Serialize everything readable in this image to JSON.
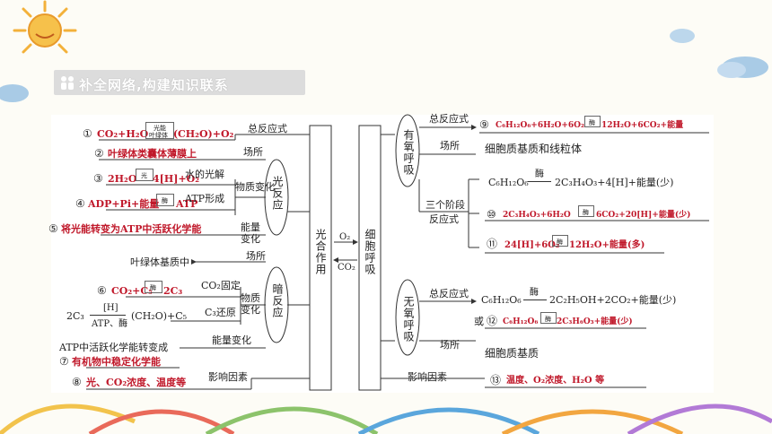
{
  "banner": {
    "title": "补全网络,构建知识联系"
  },
  "center": {
    "photosynthesis": "光合作用",
    "respiration": "细胞呼吸",
    "o2": "O₂",
    "co2": "CO₂"
  },
  "light": {
    "node": "光反应",
    "items": [
      {
        "num": "①",
        "parts": [
          "CO₂+H₂O",
          "CH₂O)+O₂"
        ],
        "arrow_top": "光能",
        "arrow_bottom": "叶绿体",
        "left_paren": "(",
        "label": "总反应式"
      },
      {
        "num": "②",
        "answer": "叶绿体类囊体薄膜上",
        "label": "场所"
      },
      {
        "num": "③",
        "parts": [
          "2H₂O",
          "4[H]+O₂"
        ],
        "arrow_top": "光",
        "label": "水的光解"
      },
      {
        "num": "④",
        "parts": [
          "ADP+Pi+能量",
          "ATP"
        ],
        "arrow_top": "酶",
        "label": "ATP形成"
      },
      {
        "num": "⑤",
        "answer": "将光能转变为ATP中活跃化学能",
        "label": "能量变化"
      }
    ],
    "material_change": "物质变化"
  },
  "dark": {
    "node": "暗反应",
    "location_label": "场所",
    "location": "叶绿体基质中",
    "co2_fix_label": "CO₂固定",
    "c3_reduce_label": "C₃还原",
    "material_change": "物质变化",
    "energy_change": "能量变化",
    "item6": {
      "num": "⑥",
      "parts": [
        "CO₂+C₅",
        "2C₃"
      ],
      "arrow_top": "酶"
    },
    "reduction": {
      "left": "2C₃",
      "top": "[H]",
      "bottom": "ATP、酶",
      "right": "(CH₂O)+C₅"
    },
    "energy_text": "ATP中活跃化学能转变成",
    "item7": {
      "num": "⑦",
      "answer": "有机物中稳定化学能"
    },
    "item8": {
      "num": "⑧",
      "answer": "光、CO₂浓度、温度等",
      "label": "影响因素"
    }
  },
  "aerobic": {
    "node": "有氧呼吸",
    "total_label": "总反应式",
    "item9": {
      "num": "⑨",
      "parts": [
        "C₆H₁₂O₆+6H₂O+6O₂",
        "12H₂O+6CO₂+能量"
      ],
      "arrow_top": "酶"
    },
    "location_label": "场所",
    "location": "细胞质基质和线粒体",
    "stages_label1": "三个阶段",
    "stages_label2": "反应式",
    "stage1": {
      "left": "C₆H₁₂O₆",
      "arrow_top": "酶",
      "right": "2C₃H₄O₃+4[H]+能量(少)"
    },
    "item10": {
      "num": "⑩",
      "parts": [
        "2C₃H₄O₃+6H₂O",
        "6CO₂+20[H]+能量(少)"
      ],
      "arrow_top": "酶"
    },
    "item11": {
      "num": "⑪",
      "parts": [
        "24[H]+6O₂",
        "12H₂O+能量(多)"
      ],
      "arrow_top": "酶"
    }
  },
  "anaerobic": {
    "node": "无氧呼吸",
    "total_label": "总反应式",
    "eq1": {
      "left": "C₆H₁₂O₆",
      "arrow_top": "酶",
      "right": "2C₂H₅OH+2CO₂+能量(少)"
    },
    "or_text": "或",
    "item12": {
      "num": "⑫",
      "parts": [
        "C₆H₁₂O₆",
        "2C₃H₆O₃+能量(少)"
      ],
      "arrow_top": "酶"
    },
    "location_label": "场所",
    "location": "细胞质基质",
    "factor_label": "影响因素",
    "item13": {
      "num": "⑬",
      "answer": "温度、O₂浓度、H₂O 等"
    }
  },
  "colors": {
    "answer": "#c0182a",
    "line": "#333333",
    "banner": "#dcdcdc"
  }
}
